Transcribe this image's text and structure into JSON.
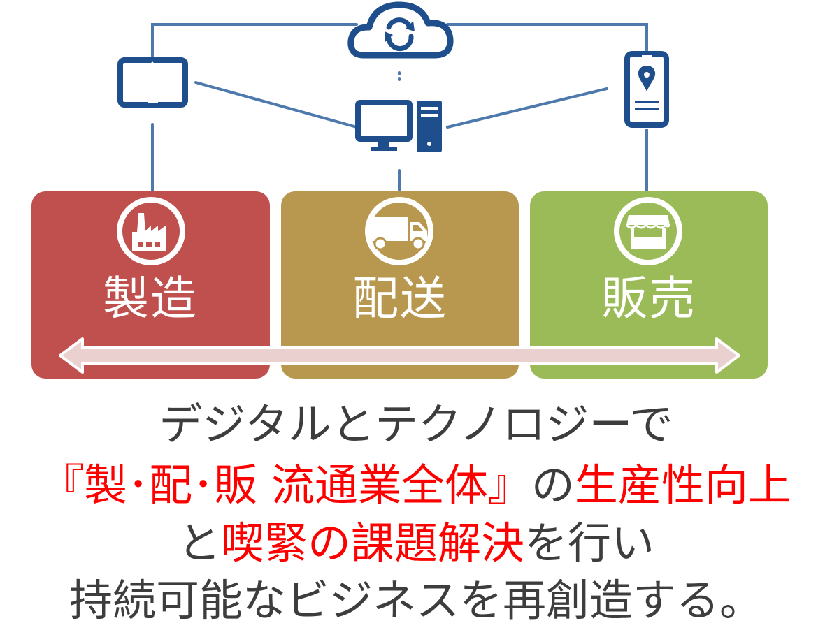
{
  "colors": {
    "network": "#4e79ad",
    "device": "#1f4e8c",
    "manufacturing": "#c0504d",
    "delivery": "#b8984f",
    "sales": "#9bbb59",
    "arrow": "#ead1d0",
    "highlight": "#ff0000",
    "body_text": "#3d3d3d"
  },
  "devices": {
    "cloud": "cloud-sync-icon",
    "tablet": "tablet-icon",
    "desktop": "desktop-computer-icon",
    "phone": "smartphone-location-icon"
  },
  "stages": [
    {
      "label": "製造",
      "icon": "factory-icon"
    },
    {
      "label": "配送",
      "icon": "truck-icon"
    },
    {
      "label": "販売",
      "icon": "shop-icon"
    }
  ],
  "message": {
    "line1": "デジタルとテクノロジーで",
    "line2_red": "『製･配･販 流通業全体』",
    "line2_dark": "の",
    "line2_red2": "生産性向上",
    "line3_dark": "と",
    "line3_red": "喫緊の課題解決",
    "line3_dark2": "を行い",
    "line4": "持続可能なビジネスを再創造する。"
  }
}
